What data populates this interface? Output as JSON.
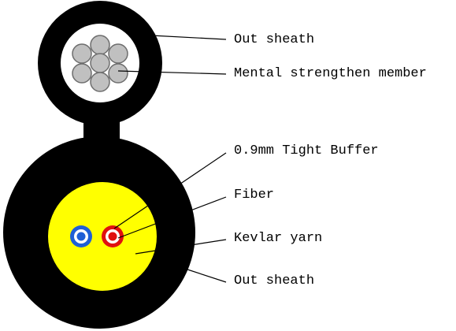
{
  "labels": {
    "out_sheath_top": "Out sheath",
    "strength_member": "Mental strengthen member",
    "tight_buffer": "0.9mm Tight Buffer",
    "fiber": "Fiber",
    "kevlar": "Kevlar yarn",
    "out_sheath_bottom": "Out sheath"
  },
  "colors": {
    "sheath": "#000000",
    "wire_fill": "#c0c0c0",
    "wire_stroke": "#6e6e6e",
    "kevlar": "#ffff00",
    "buffer_blue": "#1f5fd6",
    "buffer_red": "#e01010",
    "leader_line": "#000000"
  }
}
